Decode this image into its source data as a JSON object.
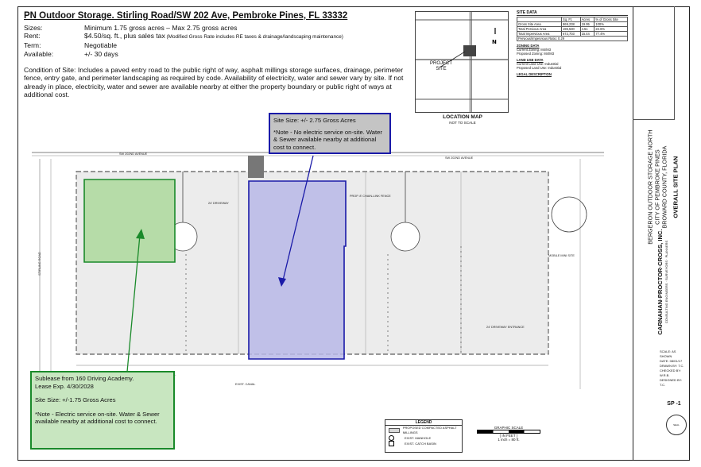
{
  "listing": {
    "title": "PN Outdoor Storage. Stirling Road/SW 202 Ave, Pembroke Pines, FL  33332",
    "terms": [
      {
        "label": "Sizes:",
        "value": "Minimum 1.75 gross acres – Max 2.75 gross acres",
        "note": ""
      },
      {
        "label": "Rent:",
        "value": "$4.50/sq. ft., plus sales tax",
        "note": " (Modified Gross Rate includes RE taxes & drainage/landscaping maintenance)"
      },
      {
        "label": "Term:",
        "value": "Negotiable",
        "note": ""
      },
      {
        "label": "Available:",
        "value": "+/- 30 days",
        "note": ""
      }
    ],
    "condition": "Condition of Site:  Includes a paved entry road to the public right of way, asphalt millings storage surfaces, drainage, perimeter fence, entry gate, and perimeter landscaping as required by code.  Availability of electricity, water and sewer vary by site.  If not already in place, electricity, water and sewer are available nearby at either the property boundary or public right of ways at additional cost."
  },
  "callouts": {
    "blue": {
      "size": "Site Size:  +/- 2.75 Gross Acres",
      "note": "*Note - No electric service on-site.  Water & Sewer available nearby at additional cost to connect."
    },
    "green": {
      "sublease": "Sublease from 160 Driving Academy.",
      "lease_exp": "Lease Exp. 4/30/2028",
      "size": "Site Size:  +/-1.75 Gross Acres",
      "note": "*Note - Electric service on-site.  Water & Sewer available nearby at additional cost to connect."
    }
  },
  "location_map": {
    "title": "LOCATION MAP",
    "subtitle": "NOT TO SCALE",
    "site_label": "PROJECT SITE"
  },
  "site_data": {
    "heading": "SITE DATA",
    "columns": [
      "",
      "Sq. Ft.",
      "Acres",
      "% of Gross Site"
    ],
    "rows": [
      [
        "Gross Site Area",
        "869,238",
        "19.95",
        "100%"
      ],
      [
        "Total Pervious Area",
        "196,530",
        "4.51",
        "22.6%"
      ],
      [
        "Total Impervious Area",
        "672,703",
        "15.44",
        "77.4%"
      ],
      [
        "Pervious/Impervious Ratio: 0.29",
        "",
        "",
        ""
      ]
    ],
    "zoning_heading": "ZONING DATA",
    "zoning": [
      [
        "Current Zoning:",
        "M4/M3"
      ],
      [
        "Proposed Zoning:",
        "M4/M3"
      ]
    ],
    "landuse_heading": "LAND USE DATA",
    "landuse": [
      [
        "Current Land Use:",
        "Industrial"
      ],
      [
        "Proposed Land Use:",
        "Industrial"
      ]
    ],
    "legal_heading": "LEGAL DESCRIPTION"
  },
  "title_block": {
    "project_line1": "BERGERON OUTDOOR STORAGE NORTH",
    "project_line2": "CITY OF PEMBROKE PINES",
    "project_line3": "BROWARD COUNTY, FLORIDA",
    "sheet_title": "OVERALL SITE PLAN",
    "firm": "CARNAHAN·PROCTOR·CROSS, INC.",
    "firm_sub": "CONSULTING ENGINEERS · SURVEYORS · PLANNERS",
    "scale": "SCALE: AS SHOWN",
    "date": "DATE: 08/01/17",
    "drawn": "DRAWN BY: T.C.",
    "checked": "CHECKED BY: W.R.B.",
    "designed": "DESIGNED BY: T.C.",
    "sheet_no": "SP -1"
  },
  "legend": {
    "title": "LEGEND",
    "items": [
      {
        "label": "PROPOSED COMPACTED ASPHALT MILLINGS",
        "color": "#d8d8d8"
      },
      {
        "label": "EXIST. MANHOLE",
        "color": "#ffffff"
      },
      {
        "label": "EXIST. CATCH BASIN",
        "color": "#ffffff"
      }
    ]
  },
  "graphic_scale": {
    "title": "GRAPHIC SCALE",
    "unit": "( IN FEET )",
    "ratio": "1 inch = 80 ft."
  },
  "plan_labels": {
    "road_top": "SW 202ND AVENUE",
    "road_left": "STIRLING ROAD",
    "exist_canal": "EXIST. CANAL",
    "mobile": "MOBILE MINI SITE",
    "fence": "PROP. 8' CHAIN-LINK FENCE",
    "driveway": "24' DRIVEWAY",
    "entrance": "24' DRIVEWAY ENTRANCE"
  },
  "colors": {
    "blue_border": "#1a1aa8",
    "blue_fill": "#b8b8e8",
    "green_border": "#1a8a2a",
    "green_fill": "#b6dca8",
    "callout_gray": "#c4c4c4",
    "plan_fill": "#e6e6e6"
  }
}
